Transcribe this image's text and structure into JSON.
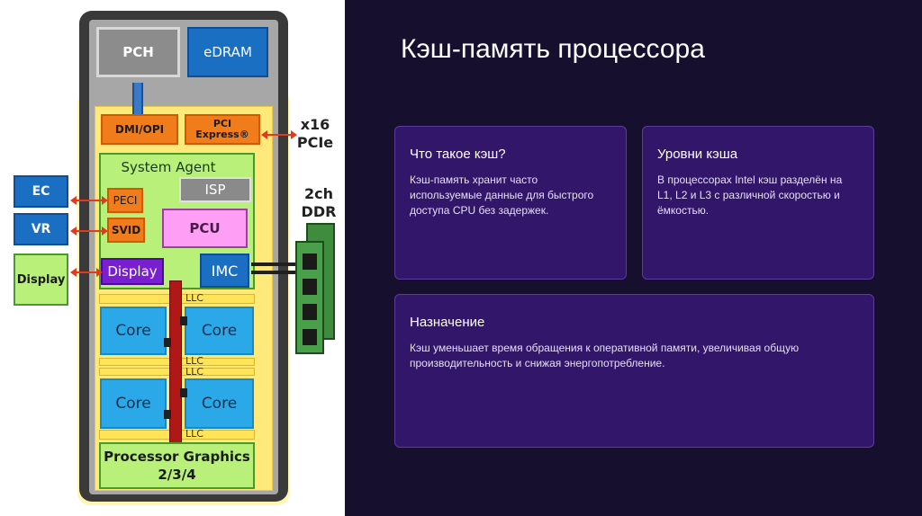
{
  "slide": {
    "title": "Кэш-память процессора"
  },
  "diagram": {
    "pch": "PCH",
    "edram": "eDRAM",
    "dmi_opi": "DMI/OPI",
    "pci_express": "PCI Express®",
    "x16": "x16",
    "pcie": "PCIe",
    "system_agent": "System Agent",
    "isp": "ISP",
    "peci": "PECI",
    "svid": "SVID",
    "pcu": "PCU",
    "display_internal": "Display",
    "imc": "IMC",
    "ec": "EC",
    "vr": "VR",
    "display_external": "Display",
    "ddr_2ch": "2ch",
    "ddr": "DDR",
    "llc": "LLC",
    "core": "Core",
    "processor_graphics": "Processor Graphics",
    "graphics_versions": "2/3/4"
  },
  "cards": [
    {
      "heading": "Что такое кэш?",
      "text": "Кэш-память хранит часто используемые данные для быстрого доступа CPU без задержек."
    },
    {
      "heading": "Уровни кэша",
      "text": "В процессорах Intel кэш разделён на L1, L2 и L3 с различной скоростью и ёмкостью."
    },
    {
      "heading": "Назначение",
      "text": "Кэш уменьшает время обращения к оперативной памяти, увеличивая общую производительность и снижая энергопотребление."
    }
  ],
  "colors": {
    "background": "#16102e",
    "card": "#32166a",
    "card_border": "#5a3c9c",
    "chip_body": "#a7a7a7",
    "system_agent": "#b8f07a",
    "core": "#2aa8e8",
    "llc": "#ffe45a",
    "orange_block": "#f07c1c",
    "pcu": "#ff9ef5",
    "display_block": "#7a1fd0"
  }
}
